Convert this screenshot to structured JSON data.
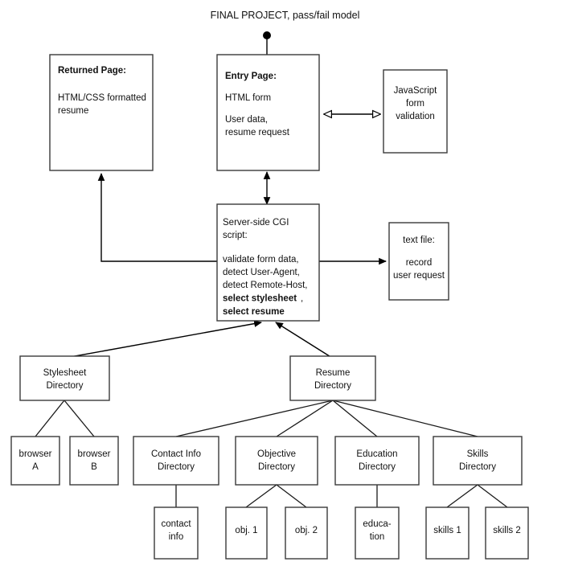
{
  "diagram": {
    "title": "FINAL PROJECT, pass/fail model",
    "background_color": "#ffffff",
    "stroke_color": "#3a3a3a",
    "text_color": "#111111"
  },
  "nodes": {
    "returned_page": {
      "heading": "Returned Page:",
      "line1": "HTML/CSS formatted",
      "line2": "resume"
    },
    "entry_page": {
      "heading": "Entry Page:",
      "line1": "HTML form",
      "line2": "User data,",
      "line3": "resume request"
    },
    "javascript_validation": {
      "line1": "JavaScript",
      "line2": "form",
      "line3": "validation"
    },
    "cgi_script": {
      "line1": "Server-side CGI",
      "line2": "script:",
      "line3": "validate form data,",
      "line4": "detect User-Agent,",
      "line5": "detect Remote-Host,",
      "line6": "select stylesheet",
      "line6_suffix": ",",
      "line7": "select resume"
    },
    "text_file": {
      "line1": "text file:",
      "line2": "record",
      "line3": "user request"
    },
    "stylesheet_directory": {
      "line1": "Stylesheet",
      "line2": "Directory"
    },
    "resume_directory": {
      "line1": "Resume",
      "line2": "Directory"
    },
    "browser_a": {
      "line1": "browser",
      "line2": "A"
    },
    "browser_b": {
      "line1": "browser",
      "line2": "B"
    },
    "contact_info_directory": {
      "line1": "Contact Info",
      "line2": "Directory"
    },
    "objective_directory": {
      "line1": "Objective",
      "line2": "Directory"
    },
    "education_directory": {
      "line1": "Education",
      "line2": "Directory"
    },
    "skills_directory": {
      "line1": "Skills",
      "line2": "Directory"
    },
    "contact_info_file": {
      "line1": "contact",
      "line2": "info"
    },
    "obj1_file": {
      "line1": "obj. 1"
    },
    "obj2_file": {
      "line1": "obj. 2"
    },
    "education_file": {
      "line1": "educa-",
      "line2": "tion"
    },
    "skills1_file": {
      "line1": "skills 1"
    },
    "skills2_file": {
      "line1": "skills 2"
    }
  }
}
